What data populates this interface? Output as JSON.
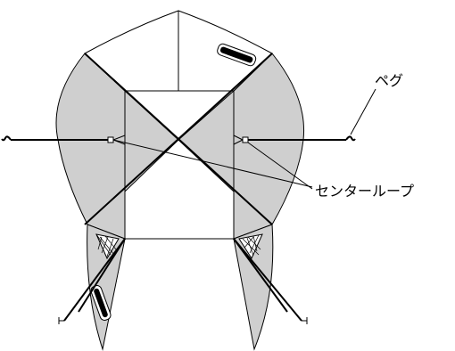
{
  "labels": {
    "peg": "ペグ",
    "center_loop": "センターループ"
  },
  "colors": {
    "panel_shade": "#cfcfcf",
    "line": "#000000",
    "background": "#ffffff"
  },
  "icons": {
    "logo": "coleman-logo",
    "mesh": "mesh-vent-icon"
  }
}
